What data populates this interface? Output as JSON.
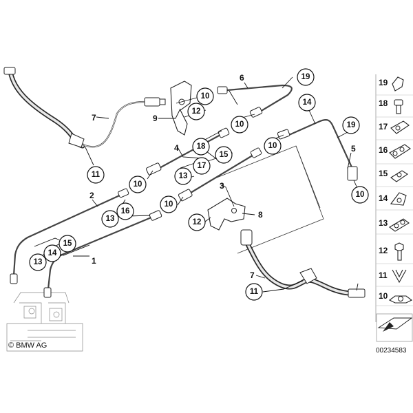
{
  "callouts": [
    {
      "n": "11"
    },
    {
      "n": "10"
    },
    {
      "n": "12"
    },
    {
      "n": "19"
    },
    {
      "n": "10"
    },
    {
      "n": "14"
    },
    {
      "n": "19"
    },
    {
      "n": "10"
    },
    {
      "n": "18"
    },
    {
      "n": "15"
    },
    {
      "n": "13"
    },
    {
      "n": "17"
    },
    {
      "n": "10"
    },
    {
      "n": "13"
    },
    {
      "n": "10"
    },
    {
      "n": "10"
    },
    {
      "n": "16"
    },
    {
      "n": "13"
    },
    {
      "n": "12"
    },
    {
      "n": "15"
    },
    {
      "n": "14"
    },
    {
      "n": "13"
    },
    {
      "n": "11"
    },
    {
      "n": "10"
    }
  ],
  "labels": [
    {
      "n": "7"
    },
    {
      "n": "9"
    },
    {
      "n": "6"
    },
    {
      "n": "4"
    },
    {
      "n": "5"
    },
    {
      "n": "3"
    },
    {
      "n": "2"
    },
    {
      "n": "8"
    },
    {
      "n": "1"
    },
    {
      "n": "7"
    }
  ],
  "legend": [
    {
      "n": "19",
      "icon": "clip-icon"
    },
    {
      "n": "18",
      "icon": "screw-icon"
    },
    {
      "n": "17",
      "icon": "double-clip-icon"
    },
    {
      "n": "16",
      "icon": "triple-clip-icon"
    },
    {
      "n": "15",
      "icon": "pipe-holder-icon"
    },
    {
      "n": "14",
      "icon": "pipe-clamp-icon"
    },
    {
      "n": "13",
      "icon": "double-holder-icon"
    },
    {
      "n": "12",
      "icon": "hex-bolt-icon"
    },
    {
      "n": "11",
      "icon": "spring-clip-icon"
    },
    {
      "n": "10",
      "icon": "grommet-icon"
    }
  ],
  "footer": {
    "brand": "BMW AG",
    "copyright_symbol": "©",
    "part_number": "00234583"
  }
}
